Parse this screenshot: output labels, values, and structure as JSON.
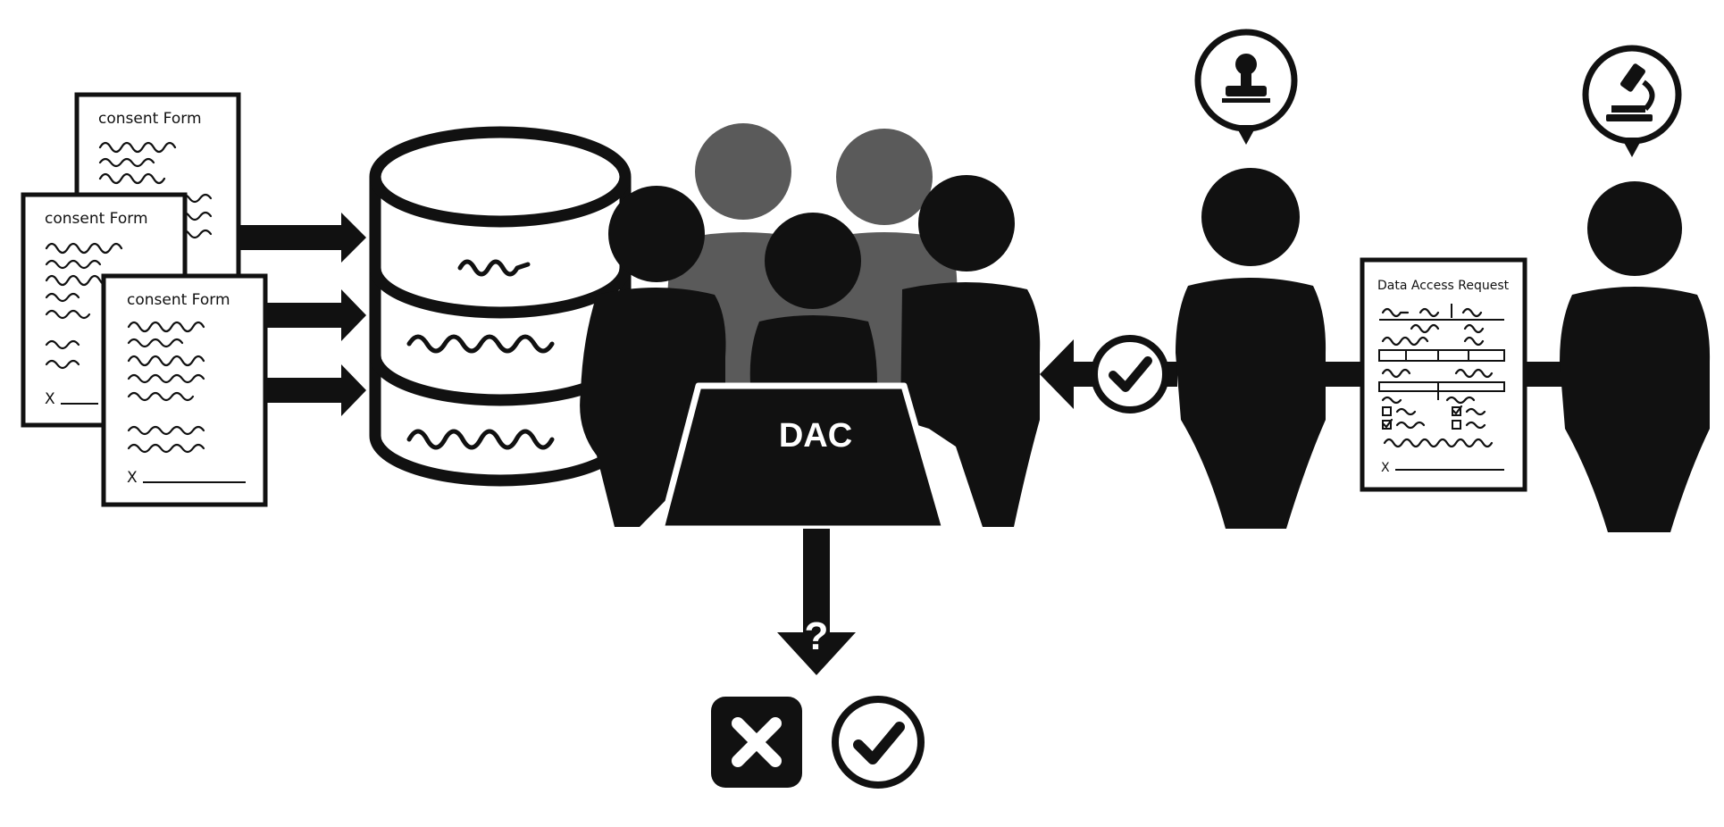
{
  "consent_forms": {
    "title": "consent Form",
    "signature_mark": "X"
  },
  "dac": {
    "label": "DAC"
  },
  "decision": {
    "question": "?"
  },
  "data_access_request": {
    "title": "Data Access Request",
    "signature_mark": "X"
  },
  "icons": {
    "stamp": "stamp-icon",
    "microscope": "microscope-icon",
    "check": "check-icon",
    "reject": "x-icon"
  },
  "colors": {
    "ink": "#111111",
    "shadow_people": "#5a5a5a",
    "paper": "#ffffff"
  }
}
